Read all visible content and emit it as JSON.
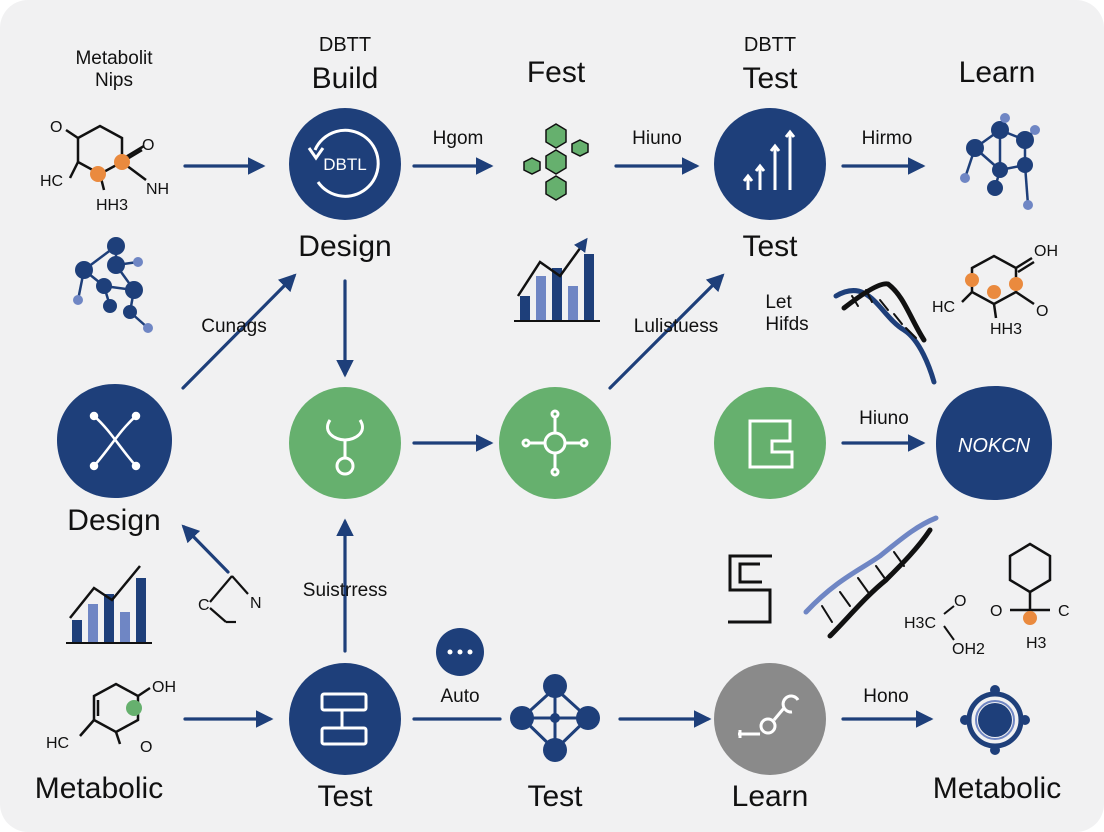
{
  "colors": {
    "navy": "#1e3f7a",
    "green": "#66b06e",
    "gray": "#8a8a8a",
    "orange": "#ea8a3e",
    "light_blue": "#6f86c4",
    "ink": "#111111",
    "background": "#f1f1f2"
  },
  "labels": {
    "metabolit_nips": "Metabolit\nNips",
    "dbtt_build": "DBTT",
    "build": "Build",
    "fest": "Fest",
    "dbtt_test": "DBTT",
    "test_top": "Test",
    "learn_top": "Learn",
    "hgom": "Hgom",
    "hiuno_top": "Hiuno",
    "hirmo": "Hirmo",
    "design_center": "Design",
    "test_mid": "Test",
    "cunags": "Cunags",
    "lulistuess": "Lulistuess",
    "let_hifds": "Let\nHifds",
    "hiuno_mid": "Hiuno",
    "design_left": "Design",
    "suistrress": "Suistrress",
    "auto": "Auto",
    "hono": "Hono",
    "metabolic_left": "Metabolic",
    "test_bottom_center": "Test",
    "test_bottom_right": "Test",
    "learn_bottom": "Learn",
    "metabolic_right": "Metabolic"
  },
  "nodes": {
    "dbtl_text": "DBTL",
    "wave_text": "NOKCN"
  },
  "chem": {
    "o_top": "O",
    "hc_top": "HC",
    "nh_top": "NH",
    "hh3_top": "HH3",
    "oh_right": "OH",
    "hc_right": "HC",
    "hh3_right": "HH3",
    "o_right": "O",
    "oh_bottom": "OH",
    "hc_bottom": "HC",
    "o_bottom": "O",
    "c_small": "C",
    "n_small": "N",
    "h3c": "H3C",
    "oh2": "OH2",
    "o_sub": "O",
    "o_ring": "O",
    "c_ring": "C",
    "h3_ring": "H3"
  },
  "icons": [
    "dbtl-cycle-icon",
    "synthesis-fork-icon",
    "network-hub-icon",
    "bar-trend-icon",
    "molecule-network-icon",
    "dna-helix-icon",
    "gear-target-icon",
    "flowchart-icon",
    "more-dots-icon"
  ]
}
